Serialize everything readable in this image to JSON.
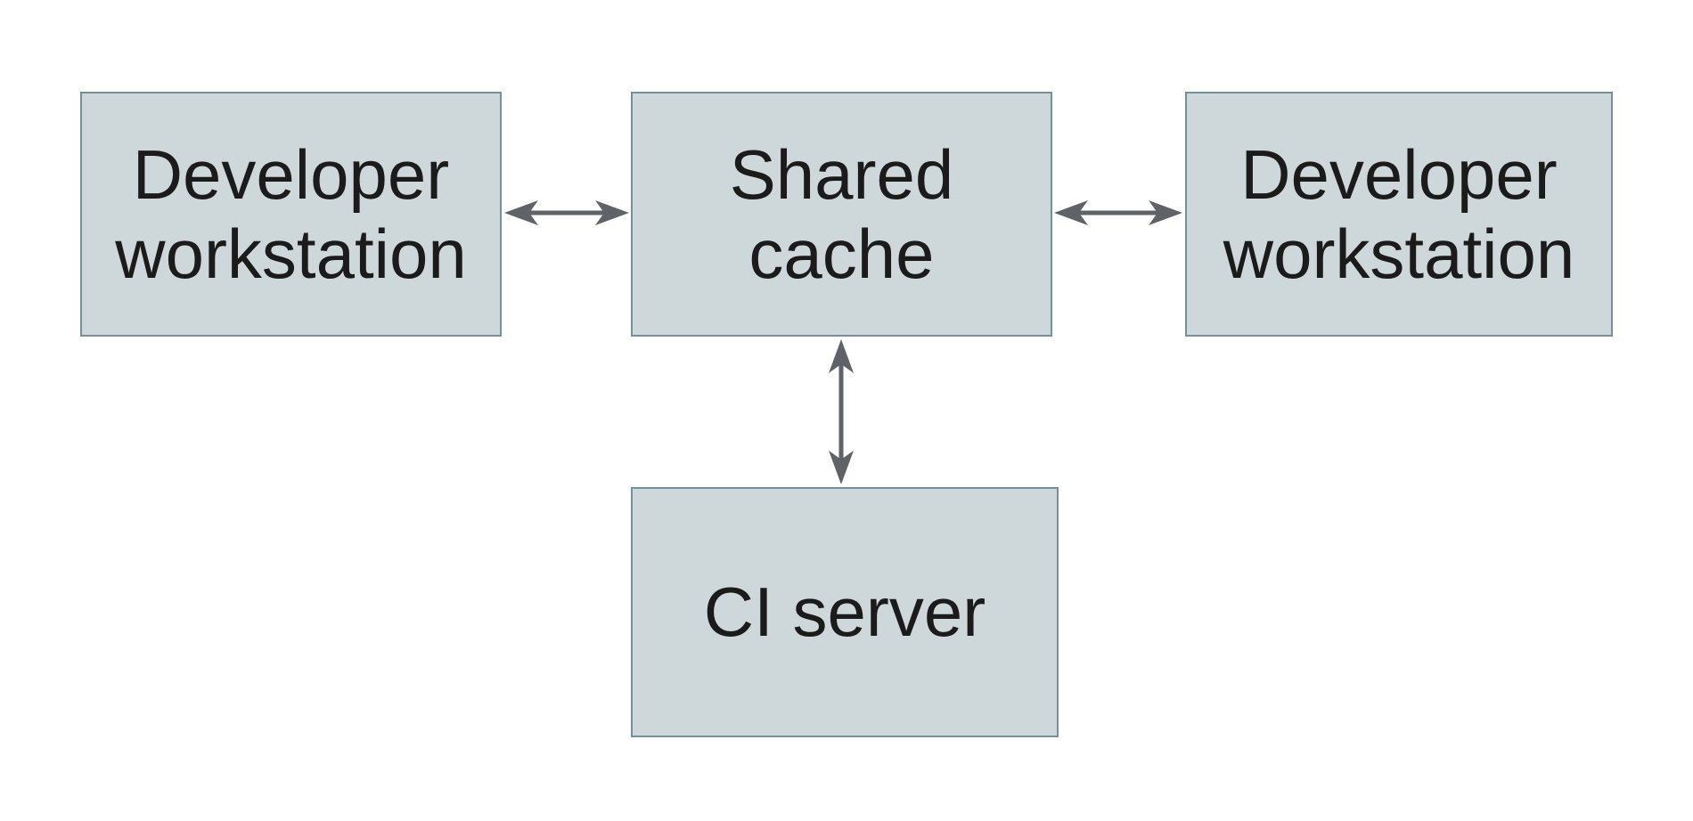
{
  "diagram": {
    "type": "architecture-diagram",
    "nodes": [
      {
        "id": "developer-workstation-left",
        "label": "Developer workstation",
        "line1": "Developer",
        "line2": "workstation"
      },
      {
        "id": "shared-cache",
        "label": "Shared cache",
        "line1": "Shared",
        "line2": "cache"
      },
      {
        "id": "developer-workstation-right",
        "label": "Developer workstation",
        "line1": "Developer",
        "line2": "workstation"
      },
      {
        "id": "ci-server",
        "label": "CI server",
        "line1": "CI server"
      }
    ],
    "edges": [
      {
        "from": "developer-workstation-left",
        "to": "shared-cache",
        "direction": "bidirectional"
      },
      {
        "from": "shared-cache",
        "to": "developer-workstation-right",
        "direction": "bidirectional"
      },
      {
        "from": "shared-cache",
        "to": "ci-server",
        "direction": "bidirectional"
      }
    ],
    "colors": {
      "background": "#ffffff",
      "node_fill": "#ced7da",
      "node_border": "#74909d",
      "arrow": "#5f6368",
      "text": "#1b1b1b"
    }
  }
}
